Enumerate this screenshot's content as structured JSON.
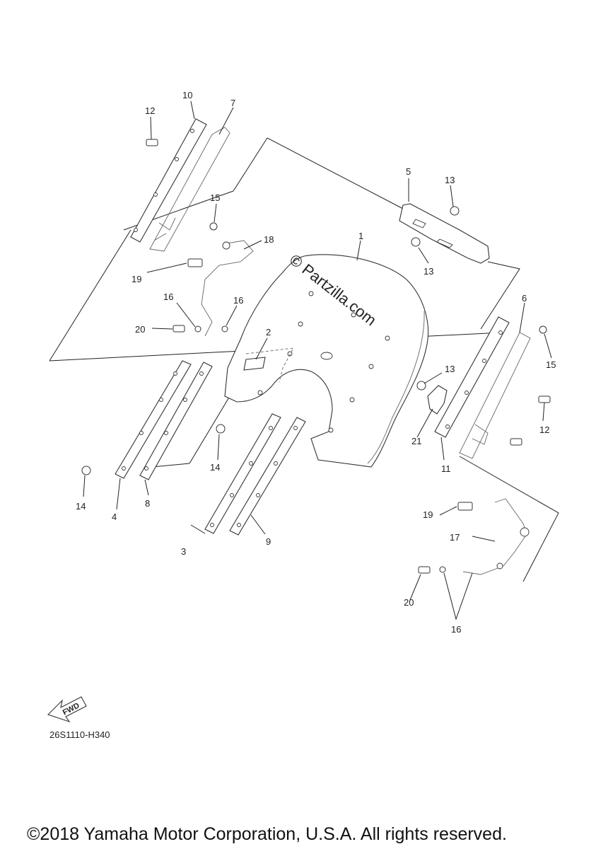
{
  "watermark": "© Partzilla.com",
  "fwd_label": "FWD",
  "diagram_code": "26S1110-H340",
  "copyright": "©2018 Yamaha Motor Corporation, U.S.A. All rights reserved.",
  "callouts": {
    "c1": "1",
    "c2": "2",
    "c3": "3",
    "c4": "4",
    "c5": "5",
    "c6": "6",
    "c7": "7",
    "c8": "8",
    "c9": "9",
    "c10": "10",
    "c11": "11",
    "c12a": "12",
    "c12b": "12",
    "c13a": "13",
    "c13b": "13",
    "c13c": "13",
    "c14a": "14",
    "c14b": "14",
    "c15a": "15",
    "c15b": "15",
    "c16a": "16",
    "c16b": "16",
    "c16c": "16",
    "c17": "17",
    "c18": "18",
    "c19a": "19",
    "c19b": "19",
    "c20a": "20",
    "c20b": "20",
    "c21": "21"
  }
}
